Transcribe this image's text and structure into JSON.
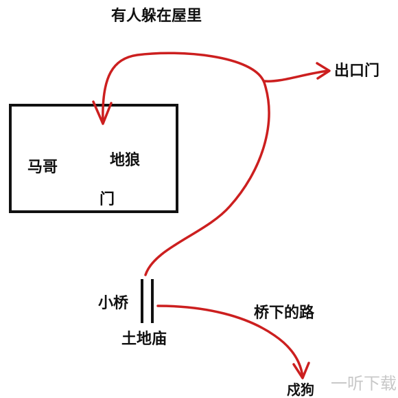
{
  "title": "有人躲在屋里",
  "labels": {
    "exit_door": "出口门",
    "ma_ge": "马哥",
    "di_lang": "地狼",
    "door": "门",
    "small_bridge": "小桥",
    "earth_temple": "土地庙",
    "path_under_bridge": "桥下的路",
    "guard_dog": "戍狗"
  },
  "watermark": "一听下载",
  "colors": {
    "path": "#cc1f1f",
    "ink": "#111111"
  }
}
